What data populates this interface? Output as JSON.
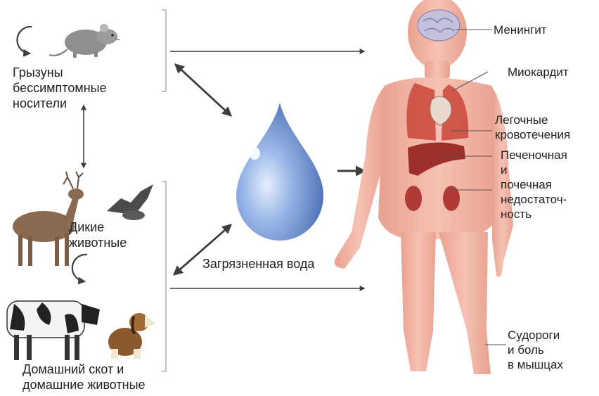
{
  "sources": {
    "rodents": {
      "line1": "Грызуны",
      "line2": "бессимптомные",
      "line3": "носители"
    },
    "wild": {
      "line1": "Дикие",
      "line2": "животные"
    },
    "domestic": {
      "line1": "Домашний скот и",
      "line2": "домашние животные"
    }
  },
  "medium": {
    "label": "Загрязненная вода",
    "drop_color": "#5d87c9"
  },
  "symptoms": {
    "meningitis": "Менингит",
    "myocarditis": "Миокардит",
    "pulmonary_line1": "Легочные",
    "pulmonary_line2": "кровотечения",
    "liver_kidney_line1": "Печеночная",
    "liver_kidney_line2": "и",
    "liver_kidney_line3": "почечная",
    "liver_kidney_line4": "недостаточ-",
    "liver_kidney_line5": "ность",
    "muscles_line1": "Судороги",
    "muscles_line2": "и боль",
    "muscles_line3": "в мышцах"
  },
  "colors": {
    "body_skin": "#f2b1a0",
    "arrow": "#3d3d3d",
    "organs": "#c9473a",
    "brain": "#b9b9d8"
  }
}
